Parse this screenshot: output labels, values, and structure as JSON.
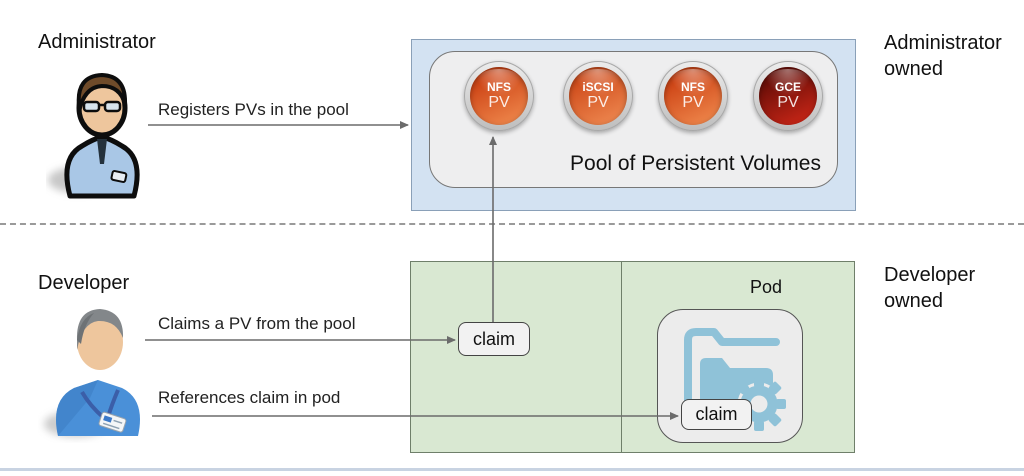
{
  "admin": {
    "actor_label": "Administrator",
    "owned_label": "Administrator owned",
    "register_arrow_label": "Registers PVs in the pool",
    "pool": {
      "title": "Pool of Persistent Volumes",
      "volumes": [
        {
          "name": "NFS",
          "sub": "PV",
          "color_top": "#cf4718",
          "color_bottom": "#f08a4e"
        },
        {
          "name": "iSCSI",
          "sub": "PV",
          "color_top": "#d14f1e",
          "color_bottom": "#ef8a52"
        },
        {
          "name": "NFS",
          "sub": "PV",
          "color_top": "#cf4718",
          "color_bottom": "#f08a4e"
        },
        {
          "name": "GCE",
          "sub": "PV",
          "color_top": "#6e0f08",
          "color_bottom": "#cd2718"
        }
      ]
    }
  },
  "developer": {
    "actor_label": "Developer",
    "owned_label": "Developer owned",
    "claims_arrow_label": "Claims a PV from the pool",
    "references_arrow_label": "References claim in pod",
    "claim_box_label": "claim",
    "pod": {
      "label": "Pod",
      "claim_box_label": "claim"
    }
  },
  "colors": {
    "admin_zone_bg": "#d3e2f2",
    "pool_inner_bg": "#eeeeef",
    "developer_zone_bg": "#d9e8d2",
    "pod_inner_bg": "#ececec",
    "claim_bg": "#f2f2f2",
    "arrow": "#6b6b6b",
    "pv_ring_silver": "#c4c4c4",
    "folder_icon_blue": "#8fc2d8",
    "bottom_strip": "#c8d3e2"
  }
}
